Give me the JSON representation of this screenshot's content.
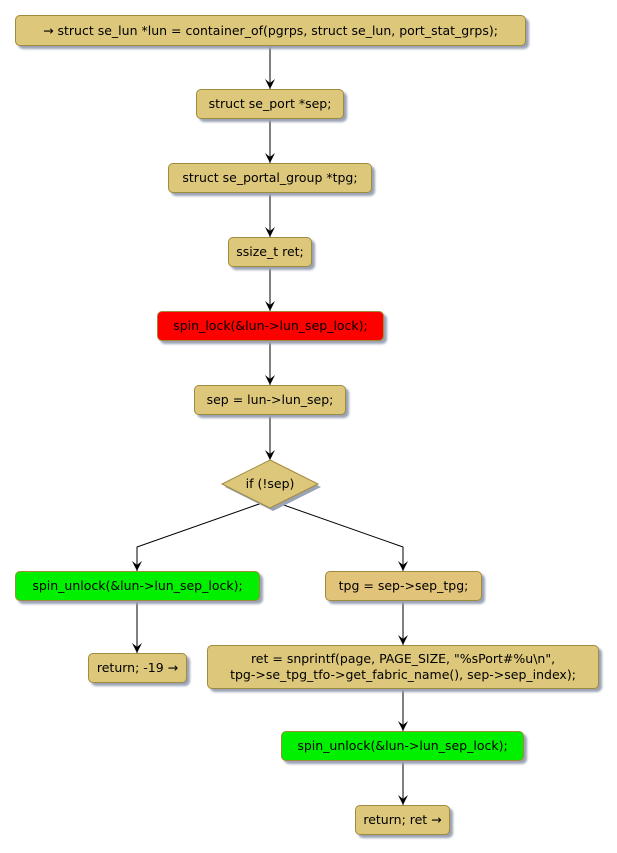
{
  "nodes": {
    "n1": "→ struct se_lun *lun = container_of(pgrps, struct se_lun, port_stat_grps);",
    "n2": "struct se_port *sep;",
    "n3": "struct se_portal_group *tpg;",
    "n4": "ssize_t ret;",
    "n5": "spin_lock(&lun->lun_sep_lock);",
    "n6": "sep = lun->lun_sep;",
    "cond": "if (!sep)",
    "l1": "spin_unlock(&lun->lun_sep_lock);",
    "l2": "return; -19 →",
    "r1": "tpg = sep->sep_tpg;",
    "r2": "ret = snprintf(page, PAGE_SIZE, \"%sPort#%u\\n\",\ntpg->se_tpg_tfo->get_fabric_name(), sep->sep_index);",
    "r3": "spin_unlock(&lun->lun_sep_lock);",
    "r4": "return; ret →"
  },
  "colors": {
    "box": "#DDC77A",
    "lock": "#FF0000",
    "unlock": "#00F000"
  }
}
